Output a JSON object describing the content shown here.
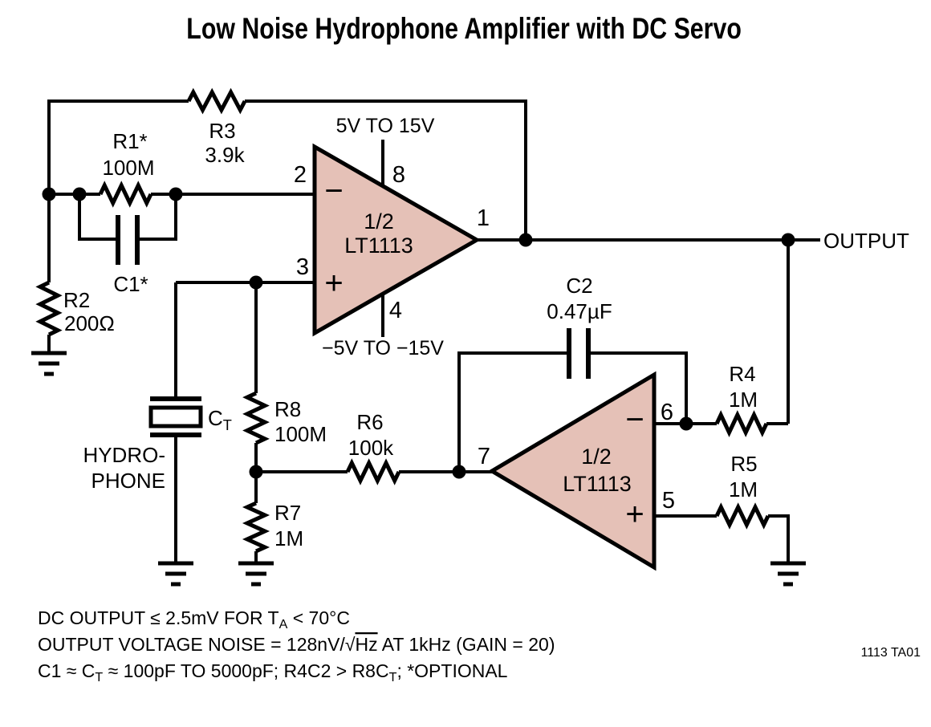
{
  "title": "Low Noise Hydrophone Amplifier with DC Servo",
  "figure_id": "1113 TA01",
  "colors": {
    "opamp_fill": "#e5c1b7",
    "wire": "#000000",
    "background": "#ffffff"
  },
  "supplies": {
    "positive": "5V TO 15V",
    "negative": "−5V TO −15V"
  },
  "opamp1": {
    "half": "1/2",
    "part": "LT1113",
    "minus": "−",
    "plus": "+",
    "pin_inverting": "2",
    "pin_noninverting": "3",
    "pin_output": "1",
    "pin_vplus": "8",
    "pin_vminus": "4"
  },
  "opamp2": {
    "half": "1/2",
    "part": "LT1113",
    "minus": "−",
    "plus": "+",
    "pin_inverting": "6",
    "pin_noninverting": "5",
    "pin_output": "7"
  },
  "components": {
    "r1": {
      "ref": "R1*",
      "value": "100M"
    },
    "r2": {
      "ref": "R2",
      "value": "200Ω"
    },
    "r3": {
      "ref": "R3",
      "value": "3.9k"
    },
    "r4": {
      "ref": "R4",
      "value": "1M"
    },
    "r5": {
      "ref": "R5",
      "value": "1M"
    },
    "r6": {
      "ref": "R6",
      "value": "100k"
    },
    "r7": {
      "ref": "R7",
      "value": "1M"
    },
    "r8": {
      "ref": "R8",
      "value": "100M"
    },
    "c1": {
      "ref": "C1*"
    },
    "c2": {
      "ref": "C2",
      "value": "0.47µF"
    },
    "ct": {
      "ref_main": "C",
      "ref_sub": "T"
    },
    "hydrophone": {
      "label_line1": "HYDRO-",
      "label_line2": "PHONE"
    }
  },
  "output_label": "OUTPUT",
  "notes": {
    "line1": {
      "pre": "DC OUTPUT ≤ 2.5mV FOR T",
      "sub": "A",
      "post": " < 70°C"
    },
    "line2": {
      "pre": "OUTPUT VOLTAGE NOISE = 128nV/",
      "radical": "√",
      "radicand": "Hz",
      "post": " AT 1kHz (GAIN = 20)"
    },
    "line3": {
      "seg1": "C1 ≈ C",
      "sub1": "T",
      "seg2": " ≈ 100pF TO 5000pF; R4C2 > R8C",
      "sub2": "T",
      "seg3": "; *OPTIONAL"
    }
  }
}
